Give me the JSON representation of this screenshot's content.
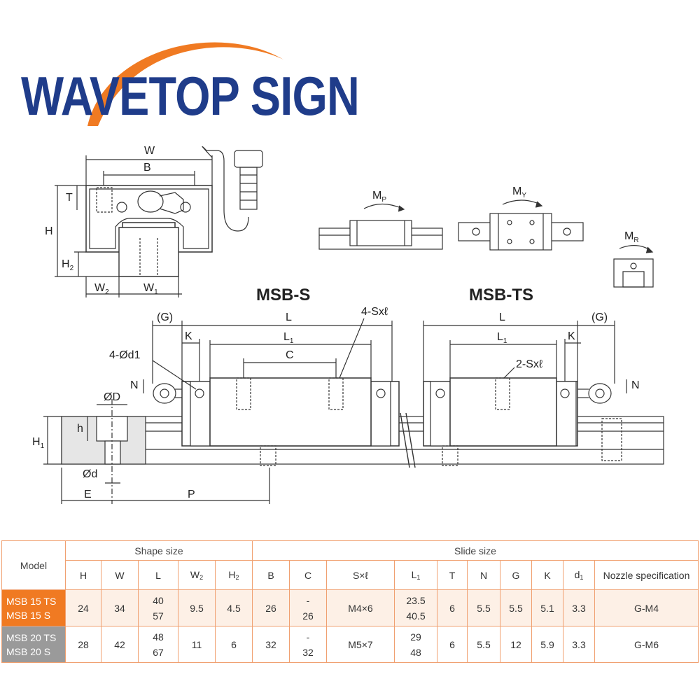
{
  "brand": {
    "name": "WAVETOP SIGN",
    "arc_color": "#f07a22",
    "text_color": "#1f3c8a"
  },
  "drawing": {
    "front_view_labels": [
      "W",
      "B",
      "T",
      "H",
      "H2",
      "W2",
      "W1"
    ],
    "moment_labels": [
      "MP",
      "MY",
      "MR"
    ],
    "variant_titles": {
      "short": "MSB-S",
      "long": "MSB-TS"
    },
    "side_view_labels": {
      "G_left": "(G)",
      "L_left": "L",
      "K_left": "K",
      "L1_left": "L1",
      "C": "C",
      "screw_left": "4-Sxℓ",
      "d1": "4-Ød1",
      "N_left": "N",
      "G_right": "(G)",
      "L_right": "L",
      "K_right": "K",
      "L1_right": "L1",
      "screw_right": "2-Sxℓ",
      "N_right": "N",
      "D": "ØD",
      "h": "h",
      "H1": "H1",
      "d": "Ød",
      "E": "E",
      "P": "P"
    }
  },
  "table": {
    "model_header": "Model",
    "shape_header": "Shape size",
    "slide_header": "Slide size",
    "columns": [
      "H",
      "W",
      "L",
      "W2",
      "H2",
      "B",
      "C",
      "S×ℓ",
      "L1",
      "T",
      "N",
      "G",
      "K",
      "d1",
      "Nozzle specification"
    ],
    "rows": [
      {
        "model": [
          "MSB 15 TS",
          "MSB 15 S"
        ],
        "H": "24",
        "W": "34",
        "L": [
          "40",
          "57"
        ],
        "W2": "9.5",
        "H2": "4.5",
        "B": "26",
        "C": [
          "-",
          "26"
        ],
        "S": "M4×6",
        "L1": [
          "23.5",
          "40.5"
        ],
        "T": "6",
        "N": "5.5",
        "G": "5.5",
        "K": "5.1",
        "d1": "3.3",
        "nozzle": "G-M4",
        "color": "#f07a22"
      },
      {
        "model": [
          "MSB 20 TS",
          "MSB 20 S"
        ],
        "H": "28",
        "W": "42",
        "L": [
          "48",
          "67"
        ],
        "W2": "11",
        "H2": "6",
        "B": "32",
        "C": [
          "-",
          "32"
        ],
        "S": "M5×7",
        "L1": [
          "29",
          "48"
        ],
        "T": "6",
        "N": "5.5",
        "G": "12",
        "K": "5.9",
        "d1": "3.3",
        "nozzle": "G-M6",
        "color": "#9a9a9a"
      }
    ]
  }
}
